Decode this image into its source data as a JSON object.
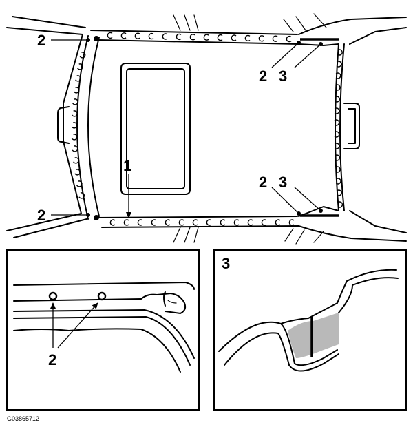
{
  "callouts": {
    "trim_retainer": "2",
    "sealing_strip": "3",
    "headlining_clip": "1",
    "inset_sealant": "3"
  },
  "figure_code": "G03865712",
  "colors": {
    "line": "#000000",
    "sealant": "#b9b9b9",
    "background": "#ffffff"
  }
}
